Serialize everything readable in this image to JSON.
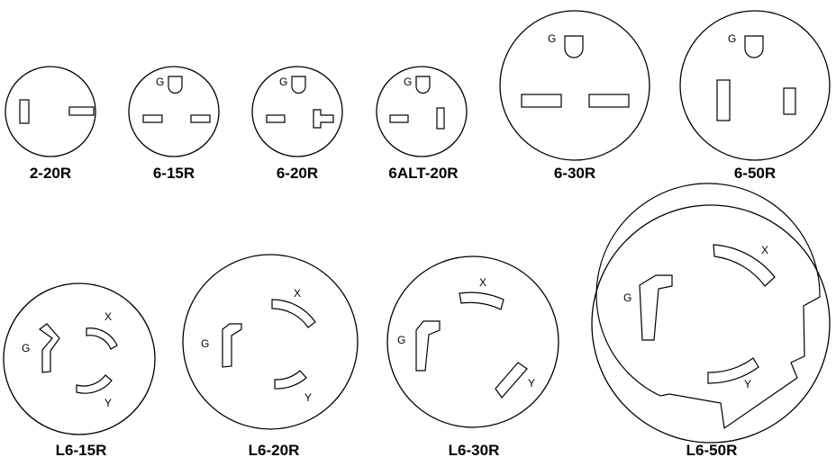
{
  "receptacles": [
    {
      "name": "2-20R"
    },
    {
      "name": "6-15R",
      "pins": {
        "g": "G"
      }
    },
    {
      "name": "6-20R",
      "pins": {
        "g": "G"
      }
    },
    {
      "name": "6ALT-20R",
      "pins": {
        "g": "G"
      }
    },
    {
      "name": "6-30R",
      "pins": {
        "g": "G"
      }
    },
    {
      "name": "6-50R",
      "pins": {
        "g": "G"
      }
    },
    {
      "name": "L6-15R",
      "pins": {
        "g": "G",
        "x": "X",
        "y": "Y"
      }
    },
    {
      "name": "L6-20R",
      "pins": {
        "g": "G",
        "x": "X",
        "y": "Y"
      }
    },
    {
      "name": "L6-30R",
      "pins": {
        "g": "G",
        "x": "X",
        "y": "Y"
      }
    },
    {
      "name": "L6-50R",
      "pins": {
        "g": "G",
        "x": "X",
        "y": "Y"
      }
    }
  ]
}
